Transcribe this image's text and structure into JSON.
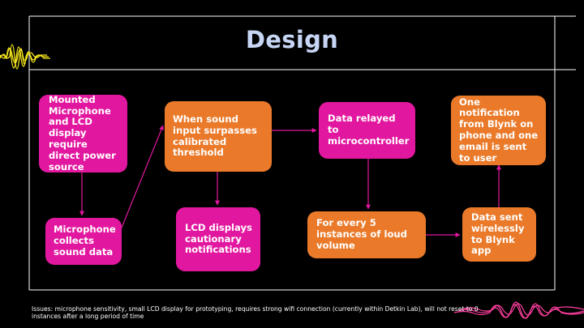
{
  "slide": {
    "title": "Design",
    "issues": "Issues: microphone sensitivity, small LCD display for prototyping, requires strong wifi connection (currently within Detkin Lab), will not reset to 0 instances after a long period of time"
  },
  "nodes": {
    "mounted": "Mounted Microphone and LCD display require direct power source",
    "microphone": "Microphone collects sound data",
    "threshold": "When sound input surpasses calibrated threshold",
    "lcd": "LCD displays cautionary notifications",
    "relayed": "Data relayed to microcontroller",
    "instances": "For every 5 instances of loud volume",
    "wireless": "Data sent wirelessly to Blynk app",
    "notification": "One notification from Blynk on phone and one email is sent to user"
  },
  "colors": {
    "background": "#000000",
    "magenta": "#e2179f",
    "orange": "#ea7a2a",
    "title": "#c7d6f5",
    "wave_left": "#f5e61b",
    "wave_right": "#ff3fa0"
  },
  "icons": {
    "wave_left": "yellow-sound-wave-icon",
    "wave_right": "pink-sound-wave-icon"
  }
}
